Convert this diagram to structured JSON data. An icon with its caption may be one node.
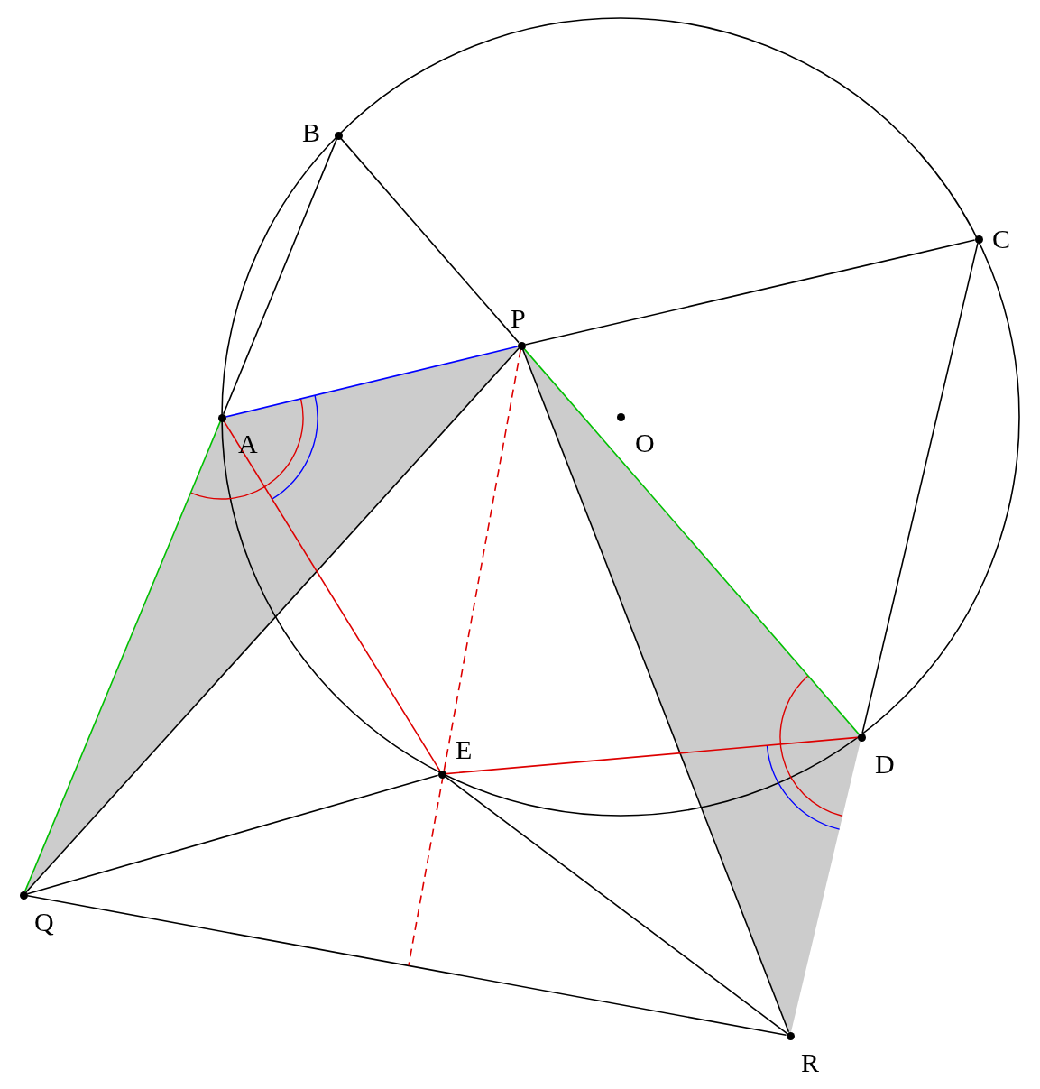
{
  "diagram": {
    "nodes": [
      {
        "text": [
          "B"
        ]
      },
      {
        "text": [
          "C"
        ]
      },
      {
        "text": [
          "P"
        ]
      },
      {
        "text": [
          "A"
        ]
      },
      {
        "text": [
          "O"
        ]
      },
      {
        "text": [
          "E"
        ]
      },
      {
        "text": [
          "D"
        ]
      },
      {
        "text": [
          "Q"
        ]
      },
      {
        "text": [
          "R"
        ]
      }
    ],
    "edges": [
      {
        "from": 3,
        "to": 0,
        "arrow": "none"
      },
      {
        "from": 0,
        "to": 2,
        "arrow": "none"
      },
      {
        "from": 3,
        "to": 2,
        "arrow": "none",
        "color": "#0000ff"
      },
      {
        "from": 2,
        "to": 1,
        "arrow": "none"
      },
      {
        "from": 1,
        "to": 6,
        "arrow": "none"
      },
      {
        "from": 3,
        "to": 7,
        "arrow": "none",
        "color": "#00c000"
      },
      {
        "from": 2,
        "to": 7,
        "arrow": "none"
      },
      {
        "from": 2,
        "to": 6,
        "arrow": "none",
        "color": "#00c000"
      },
      {
        "from": 2,
        "to": 8,
        "arrow": "none"
      },
      {
        "from": 3,
        "to": 5,
        "arrow": "none",
        "color": "#dd0000"
      },
      {
        "from": 5,
        "to": 6,
        "arrow": "none",
        "color": "#dd0000"
      },
      {
        "from": 7,
        "to": 5,
        "arrow": "none"
      },
      {
        "from": 5,
        "to": 8,
        "arrow": "none"
      },
      {
        "from": 7,
        "to": 8,
        "arrow": "none"
      },
      {
        "from": 2,
        "to": null,
        "arrow": "none",
        "style": "dashed",
        "color": "#dd0000"
      }
    ]
  }
}
